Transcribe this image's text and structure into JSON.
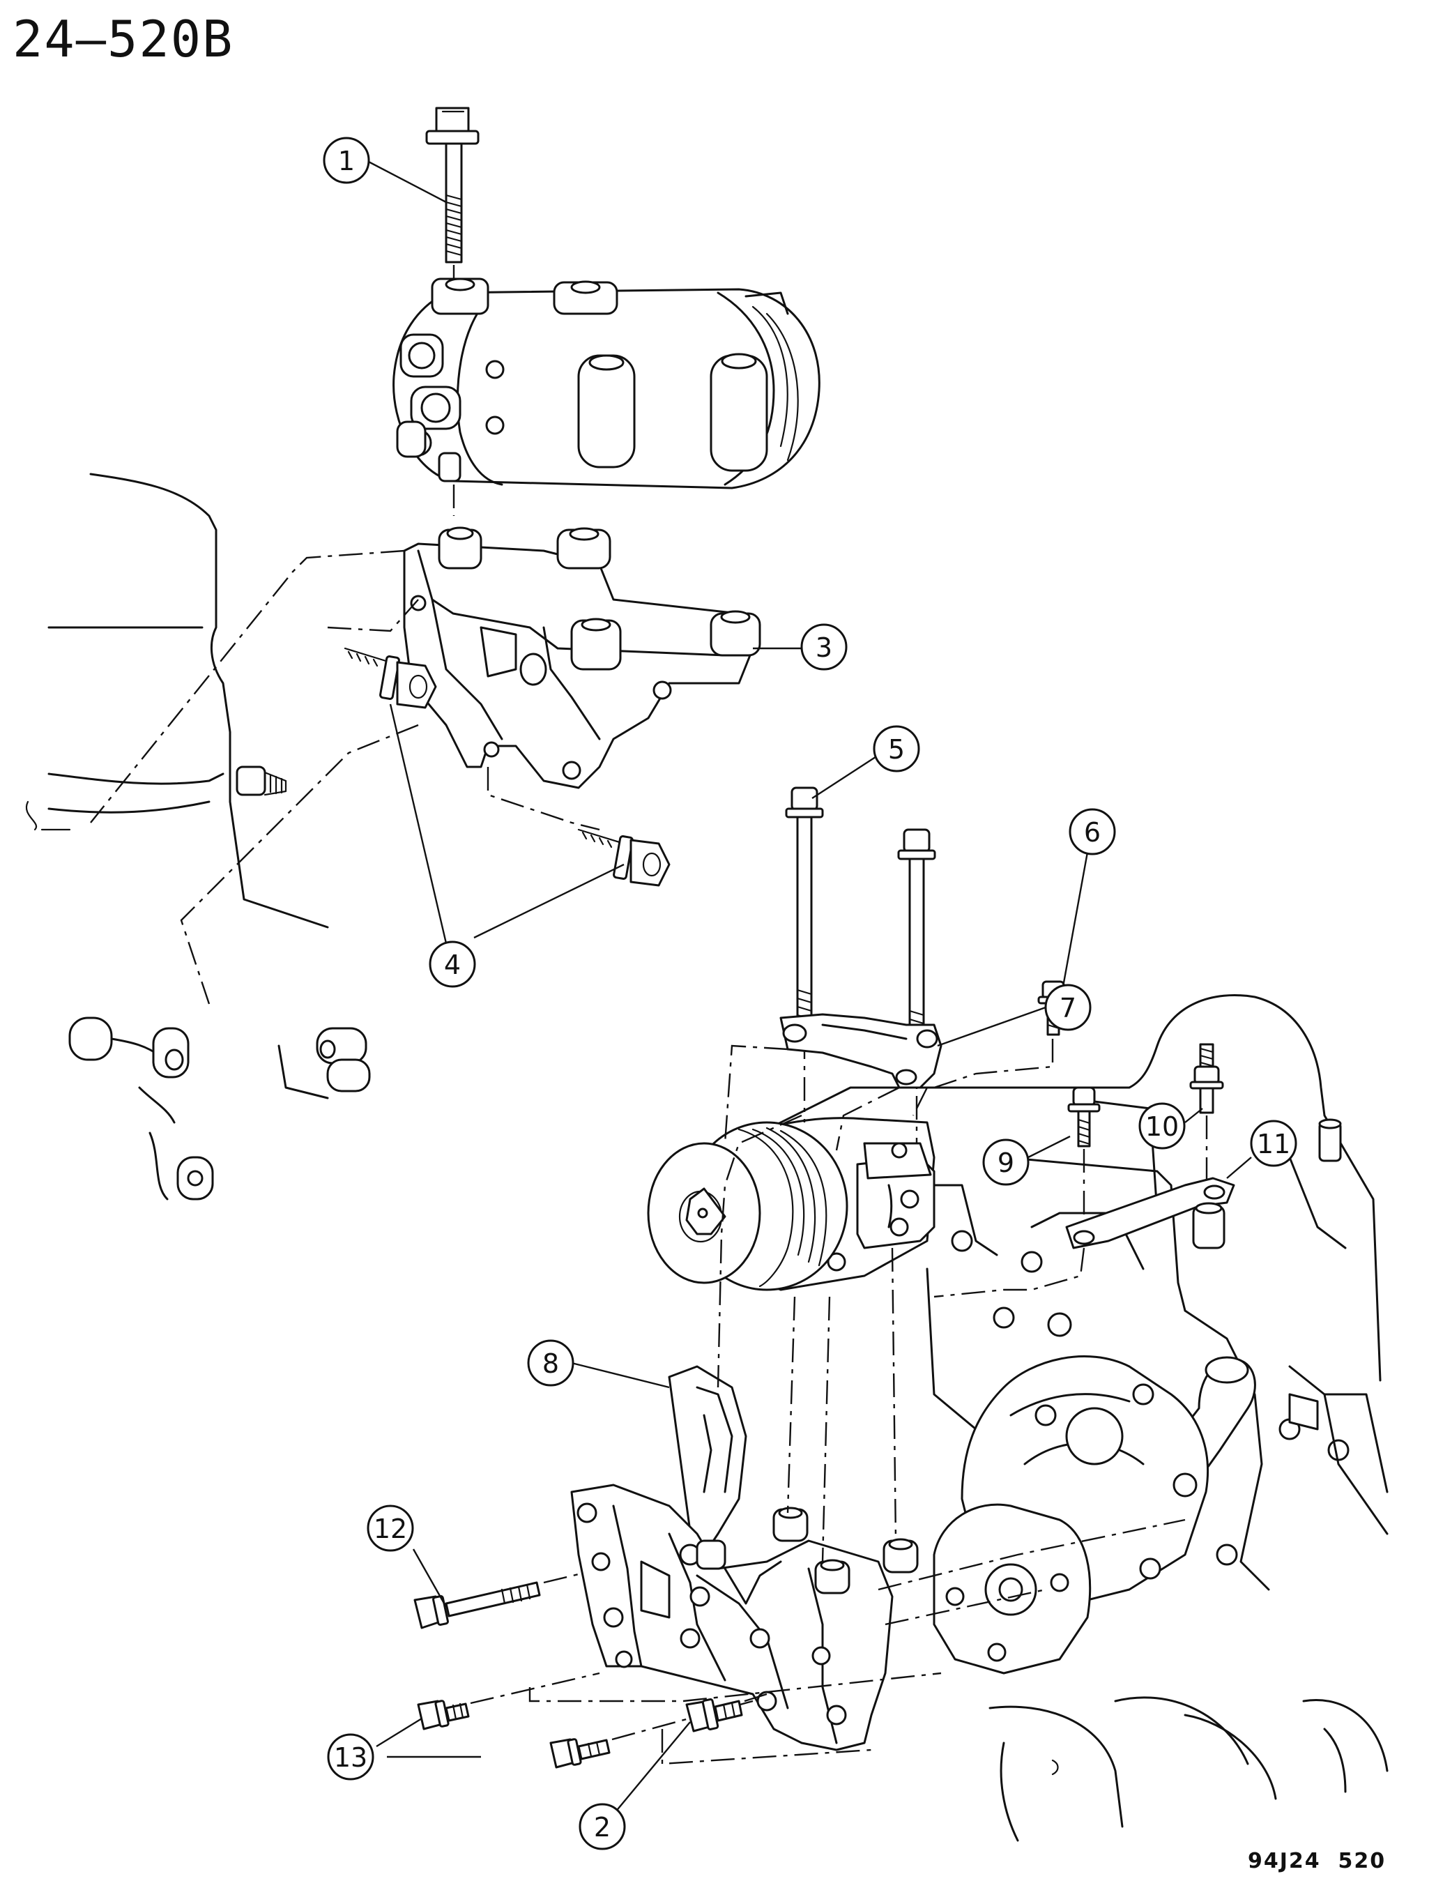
{
  "figure_id": "24–520B",
  "image_code": "94J24  520",
  "callouts": [
    {
      "id": 1,
      "label": "1"
    },
    {
      "id": 2,
      "label": "2"
    },
    {
      "id": 3,
      "label": "3"
    },
    {
      "id": 4,
      "label": "4"
    },
    {
      "id": 5,
      "label": "5"
    },
    {
      "id": 6,
      "label": "6"
    },
    {
      "id": 7,
      "label": "7"
    },
    {
      "id": 8,
      "label": "8"
    },
    {
      "id": 9,
      "label": "9"
    },
    {
      "id": 10,
      "label": "10"
    },
    {
      "id": 11,
      "label": "11"
    },
    {
      "id": 12,
      "label": "12"
    },
    {
      "id": 13,
      "label": "13"
    }
  ]
}
